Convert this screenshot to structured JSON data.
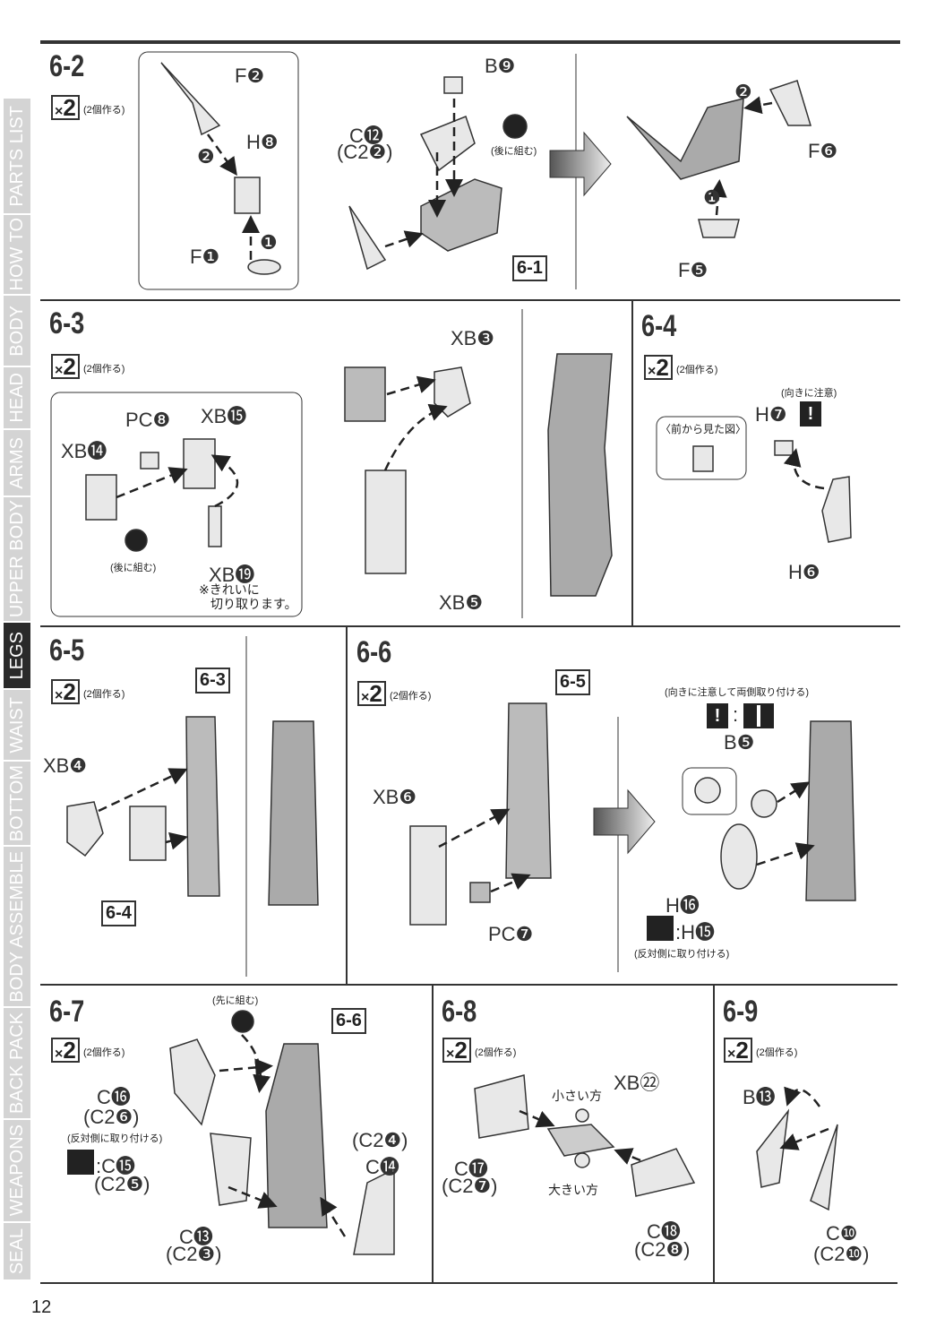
{
  "sidebar": {
    "tabs": [
      "PARTS LIST",
      "HOW TO",
      "BODY",
      "HEAD",
      "ARMS",
      "UPPER BODY",
      "LEGS",
      "WAIST",
      "BOTTOM",
      "BODY ASSEMBLE",
      "BACK PACK",
      "WEAPONS",
      "SEAL"
    ],
    "active": "LEGS"
  },
  "page_number": "12",
  "common": {
    "x2": "2",
    "x_symbol": "×",
    "make_two": "(2個作る)",
    "later": "(後に組む)",
    "first": "(先に組む)",
    "opposite": "(反対側に取り付ける)"
  },
  "steps": {
    "s62": {
      "title": "6-2",
      "labels": [
        "F❷",
        "❷",
        "H❽",
        "❶",
        "F❶",
        "B❾",
        "C⓬",
        "(C2❷)",
        "❷",
        "F❻",
        "❶",
        "F❺"
      ],
      "ref": "6-1"
    },
    "s63": {
      "title": "6-3",
      "labels": [
        "XB❸",
        "PC❽",
        "XB⓯",
        "XB⓮",
        "XB⓳",
        "XB❺"
      ],
      "note1": "※きれいに",
      "note2": "切り取ります。"
    },
    "s64": {
      "title": "6-4",
      "labels": [
        "H❼",
        "H❻"
      ],
      "caution": "(向きに注意)",
      "front_view": "〈前から見た図〉",
      "exclaim": "!"
    },
    "s65": {
      "title": "6-5",
      "labels": [
        "XB❹"
      ],
      "refs": [
        "6-3",
        "6-4"
      ]
    },
    "s66": {
      "title": "6-6",
      "labels": [
        "XB❻",
        "PC❼",
        "B❺",
        "H⓰",
        ":H⓯",
        ":"
      ],
      "ref": "6-5",
      "caution": "(向きに注意して両側取り付ける)",
      "exclaim": "!"
    },
    "s67": {
      "title": "6-7",
      "labels": [
        "C⓰",
        "(C2❻)",
        ":C⓯",
        "(C2❺)",
        "(C2❹)",
        "C⓮",
        "C⓭",
        "(C2❸)"
      ],
      "ref": "6-6"
    },
    "s68": {
      "title": "6-8",
      "labels": [
        "XB㉒",
        "小さい方",
        "C⓱",
        "(C2❼)",
        "大きい方",
        "C⓲",
        "(C2❽)"
      ]
    },
    "s69": {
      "title": "6-9",
      "labels": [
        "B⓭",
        "C❿",
        "(C2❿)"
      ]
    }
  }
}
